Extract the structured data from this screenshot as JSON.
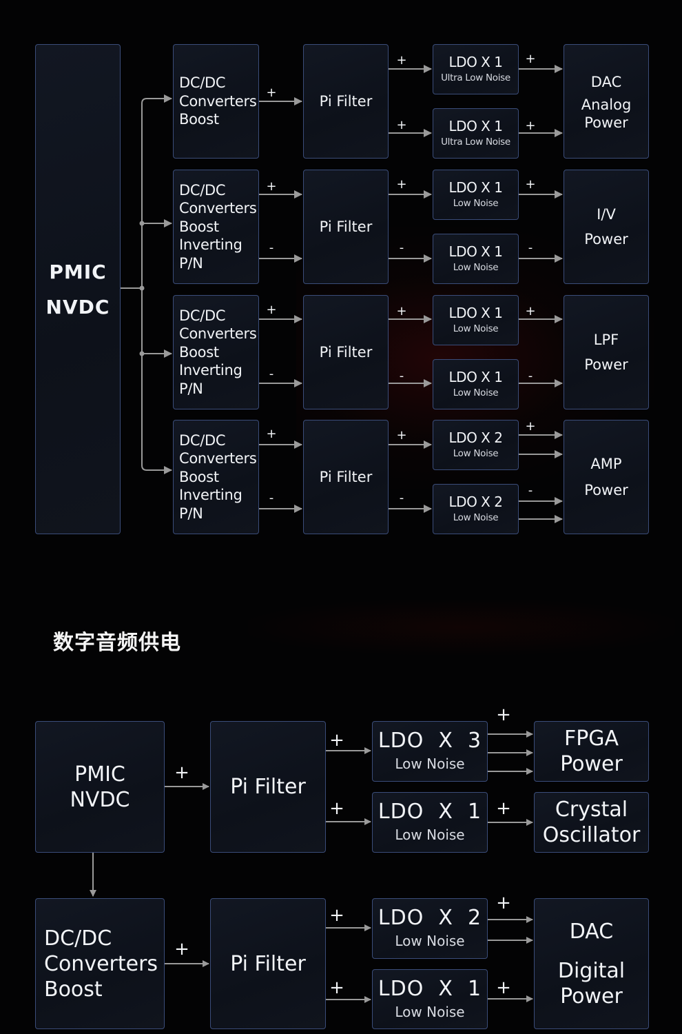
{
  "analog_section": {
    "source": {
      "line1": "PMIC",
      "line2": "NVDC"
    },
    "rows": [
      {
        "converter": [
          "DC/DC",
          "Converters",
          "Boost"
        ],
        "converter_outputs": [
          "+"
        ],
        "filter": "Pi Filter",
        "ldos": [
          {
            "title": "LDO X 1",
            "subtitle": "Ultra Low Noise",
            "in_sign": "+",
            "out_sign": "+"
          },
          {
            "title": "LDO X 1",
            "subtitle": "Ultra Low Noise",
            "in_sign": "+",
            "out_sign": "+"
          }
        ],
        "load": [
          "DAC",
          "Analog",
          "Power"
        ]
      },
      {
        "converter": [
          "DC/DC",
          "Converters",
          "Boost",
          "Inverting",
          "P/N"
        ],
        "converter_outputs": [
          "+",
          "-"
        ],
        "filter": "Pi Filter",
        "ldos": [
          {
            "title": "LDO X 1",
            "subtitle": "Low Noise",
            "in_sign": "+",
            "out_sign": "+"
          },
          {
            "title": "LDO X 1",
            "subtitle": "Low Noise",
            "in_sign": "-",
            "out_sign": "-"
          }
        ],
        "load": [
          "I/V",
          "Power"
        ]
      },
      {
        "converter": [
          "DC/DC",
          "Converters",
          "Boost",
          "Inverting",
          "P/N"
        ],
        "converter_outputs": [
          "+",
          "-"
        ],
        "filter": "Pi Filter",
        "ldos": [
          {
            "title": "LDO X 1",
            "subtitle": "Low Noise",
            "in_sign": "+",
            "out_sign": "+"
          },
          {
            "title": "LDO X 1",
            "subtitle": "Low Noise",
            "in_sign": "-",
            "out_sign": "-"
          }
        ],
        "load": [
          "LPF",
          "Power"
        ]
      },
      {
        "converter": [
          "DC/DC",
          "Converters",
          "Boost",
          "Inverting",
          "P/N"
        ],
        "converter_outputs": [
          "+",
          "-"
        ],
        "filter": "Pi Filter",
        "ldos": [
          {
            "title": "LDO X 2",
            "subtitle": "Low Noise",
            "in_sign": "+",
            "out_sign": "+"
          },
          {
            "title": "LDO X 2",
            "subtitle": "Low Noise",
            "in_sign": "-",
            "out_sign": "-"
          }
        ],
        "load": [
          "AMP",
          "Power"
        ]
      }
    ]
  },
  "digital_section": {
    "title": "数字音频供电",
    "source": {
      "line1": "PMIC",
      "line2": "NVDC",
      "out_sign": "+"
    },
    "converter": {
      "lines": [
        "DC/DC",
        "Converters",
        "Boost"
      ],
      "out_sign": "+"
    },
    "rows": [
      {
        "filter": "Pi Filter",
        "ldos": [
          {
            "title": "LDO  X  3",
            "subtitle": "Low Noise",
            "in_sign": "+",
            "out_sign": "+",
            "load": [
              "FPGA",
              "Power"
            ]
          },
          {
            "title": "LDO  X  1",
            "subtitle": "Low Noise",
            "in_sign": "+",
            "out_sign": "+",
            "load": [
              "Crystal",
              "Oscillator"
            ]
          }
        ]
      },
      {
        "filter": "Pi Filter",
        "ldos": [
          {
            "title": "LDO  X  2",
            "subtitle": "Low Noise",
            "in_sign": "+",
            "out_sign": "+"
          },
          {
            "title": "LDO  X  1",
            "subtitle": "Low Noise",
            "in_sign": "+",
            "out_sign": "+"
          }
        ],
        "load": [
          "DAC",
          "Digital",
          "Power"
        ]
      }
    ]
  },
  "colors": {
    "background": "#030304",
    "box_border": "#3b4d7a",
    "wire": "#9a9a9a",
    "text": "#f2f4f7"
  }
}
